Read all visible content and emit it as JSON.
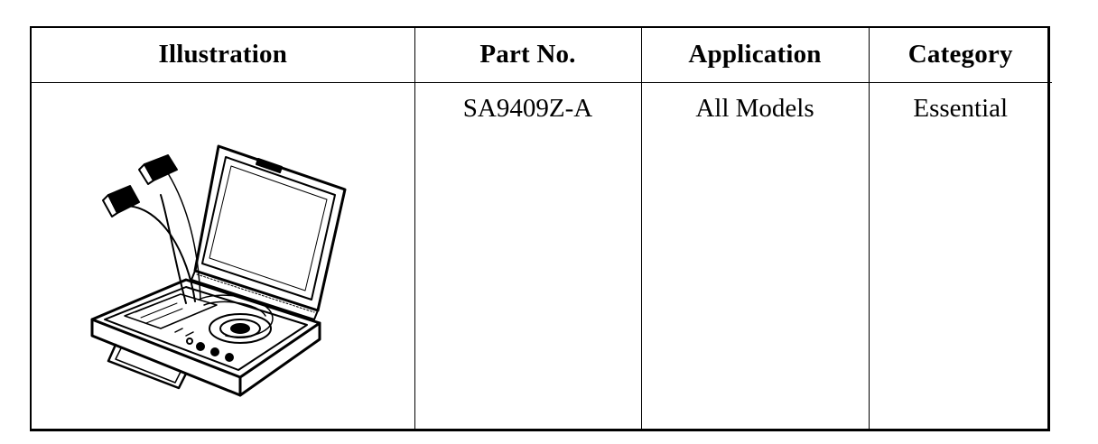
{
  "table": {
    "headers": {
      "illustration": "Illustration",
      "part_no": "Part No.",
      "application": "Application",
      "category": "Category"
    },
    "rows": [
      {
        "illustration_icon": "tester-case-illustration-icon",
        "part_no": "SA9409Z-A",
        "application": "All Models",
        "category": "Essential"
      }
    ]
  }
}
